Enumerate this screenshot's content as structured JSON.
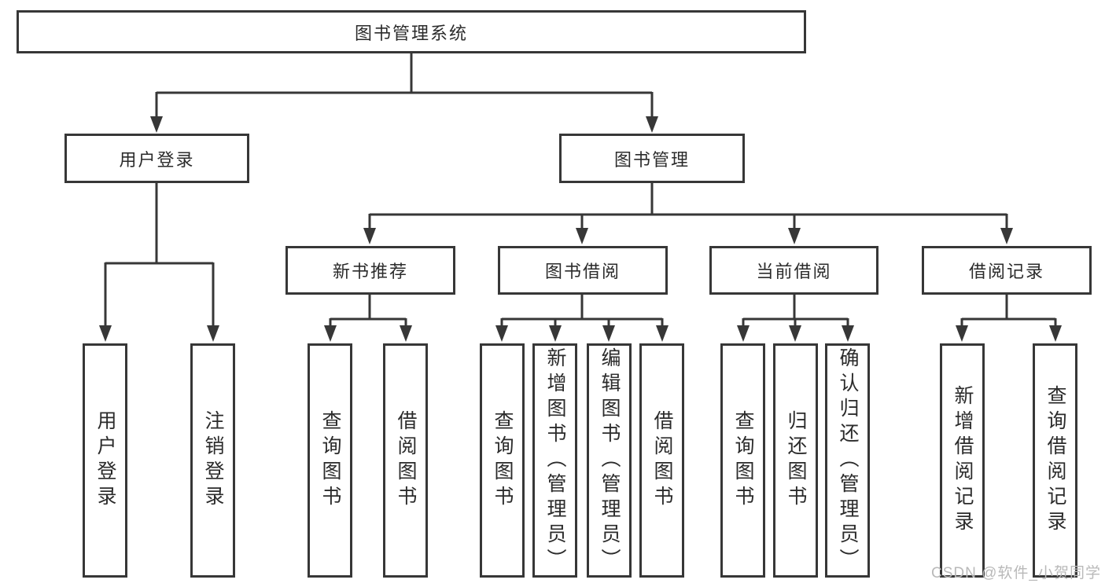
{
  "diagram": {
    "root": {
      "label": "图书管理系统"
    },
    "level1": [
      {
        "label": "用户登录"
      },
      {
        "label": "图书管理"
      }
    ],
    "level2": [
      {
        "label": "新书推荐",
        "parent": "图书管理"
      },
      {
        "label": "图书借阅",
        "parent": "图书管理"
      },
      {
        "label": "当前借阅",
        "parent": "图书管理"
      },
      {
        "label": "借阅记录",
        "parent": "图书管理"
      }
    ],
    "leaves": [
      {
        "label": "用户登录",
        "parent": "用户登录"
      },
      {
        "label": "注销登录",
        "parent": "用户登录"
      },
      {
        "label": "查询图书",
        "parent": "新书推荐"
      },
      {
        "label": "借阅图书",
        "parent": "新书推荐"
      },
      {
        "label": "查询图书",
        "parent": "图书借阅"
      },
      {
        "label": "新增图书（管理员）",
        "parent": "图书借阅"
      },
      {
        "label": "编辑图书（管理员）",
        "parent": "图书借阅"
      },
      {
        "label": "借阅图书",
        "parent": "图书借阅"
      },
      {
        "label": "查询图书",
        "parent": "当前借阅"
      },
      {
        "label": "归还图书",
        "parent": "当前借阅"
      },
      {
        "label": "确认归还（管理员）",
        "parent": "当前借阅"
      },
      {
        "label": "新增借阅记录",
        "parent": "借阅记录"
      },
      {
        "label": "查询借阅记录",
        "parent": "借阅记录"
      }
    ]
  },
  "watermark": {
    "text": "CSDN @软件_小贺同学"
  },
  "colors": {
    "line": "#373737",
    "text": "#2b2b2b",
    "background": "#ffffff",
    "watermark": "#b9b9b9"
  }
}
